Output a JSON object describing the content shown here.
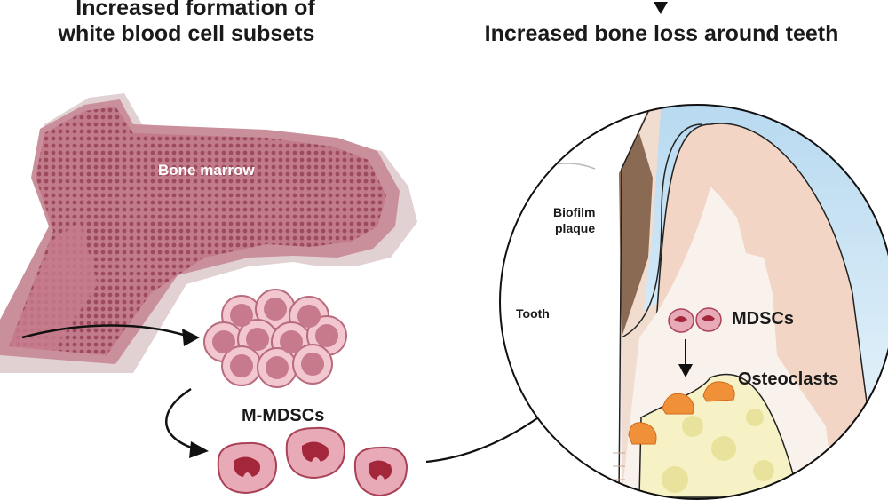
{
  "titles": {
    "left_line1": "Increased formation of",
    "left_line2": "white blood cell subsets",
    "right": "Increased bone loss around teeth"
  },
  "labels": {
    "bone_marrow": "Bone marrow",
    "m_mdscs": "M-MDSCs",
    "biofilm_line1": "Biofilm",
    "biofilm_line2": "plaque",
    "tooth": "Tooth",
    "mdscs": "MDSCs",
    "osteoclasts": "Osteoclasts"
  },
  "colors": {
    "bone": "#e8dcdc",
    "marrow": "#b56677",
    "cell_fill": "#e8a9b6",
    "nucleus": "#a3263b",
    "osteoclast": "#f0913a",
    "gum": "#f2d6c6",
    "sky": "#cfe6f5",
    "plaque": "#8a6a52",
    "alveolar_bone": "#f6f2c6"
  }
}
